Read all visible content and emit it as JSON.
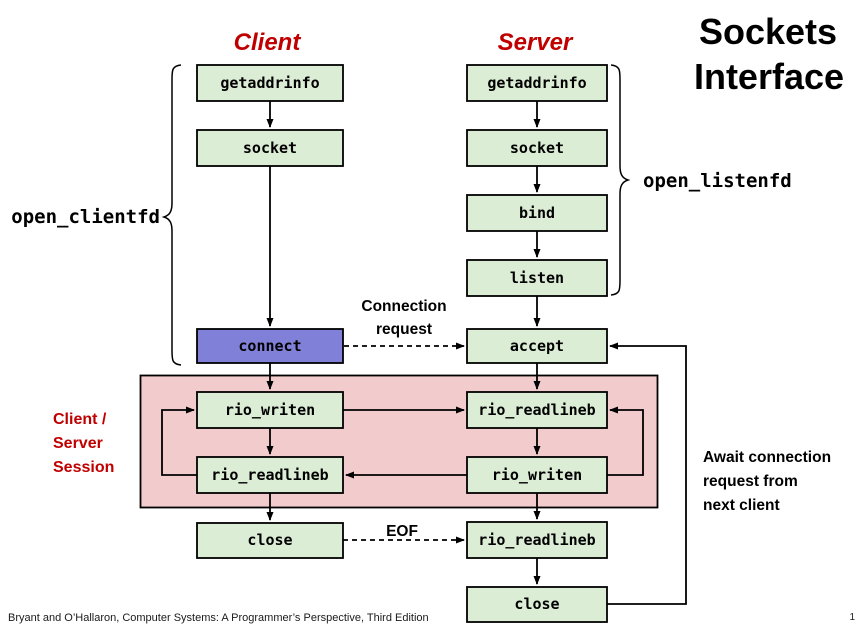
{
  "slide": {
    "title_lines": [
      "Sockets",
      "Interface"
    ],
    "footer": "Bryant and O’Hallaron, Computer Systems: A Programmer’s Perspective, Third Edition",
    "page_number": "1"
  },
  "headers": {
    "client": "Client",
    "server": "Server"
  },
  "client_flow": {
    "getaddrinfo": "getaddrinfo",
    "socket": "socket",
    "connect": "connect",
    "rio_writen": "rio_writen",
    "rio_readlineb": "rio_readlineb",
    "close": "close"
  },
  "server_flow": {
    "getaddrinfo": "getaddrinfo",
    "socket": "socket",
    "bind": "bind",
    "listen": "listen",
    "accept": "accept",
    "rio_readlineb": "rio_readlineb",
    "rio_writen": "rio_writen",
    "rio_readlineb2": "rio_readlineb",
    "close": "close"
  },
  "labels": {
    "open_clientfd": "open_clientfd",
    "open_listenfd": "open_listenfd",
    "connection_request": [
      "Connection",
      "request"
    ],
    "eof": "EOF",
    "session": [
      "Client /",
      "Server",
      "Session"
    ],
    "await": [
      "Await connection",
      "request from",
      "next client"
    ]
  },
  "colors": {
    "box_green": "#dcedd6",
    "box_purple": "#8080d8",
    "session_pink": "#f2cbcd",
    "accent_red": "#c00000"
  }
}
